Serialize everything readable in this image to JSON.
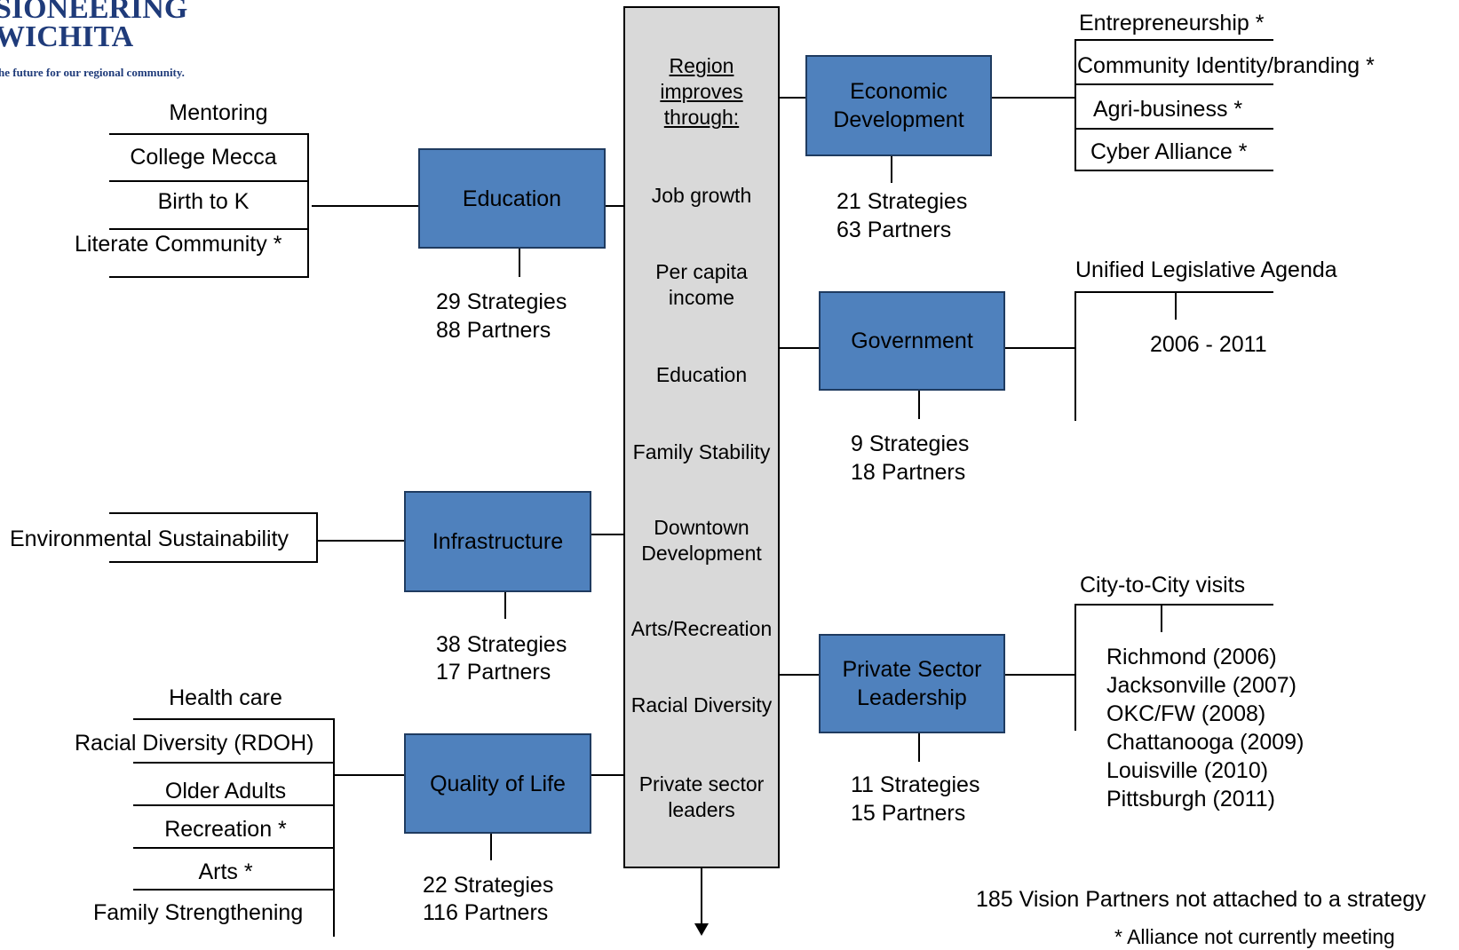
{
  "logo": {
    "line1": "SIONEERING",
    "line2": "WICHITA",
    "tagline": "he future for our regional community."
  },
  "center": {
    "heading": "Region improves through:",
    "heading_lines": [
      "Region",
      "improves",
      "through:"
    ],
    "items": [
      [
        "Job growth"
      ],
      [
        "Per capita",
        "income"
      ],
      [
        "Education"
      ],
      [
        "Family Stability"
      ],
      [
        "Downtown",
        "Development"
      ],
      [
        "Arts/Recreation"
      ],
      [
        "Racial Diversity"
      ],
      [
        "Private sector",
        "leaders"
      ]
    ]
  },
  "focus_areas": {
    "education": {
      "label": "Education",
      "strategies": "29 Strategies",
      "partners": "88 Partners",
      "branches_header": "Mentoring",
      "branches": [
        "College Mecca",
        "Birth to K",
        "Literate Community *"
      ]
    },
    "infrastructure": {
      "label": "Infrastructure",
      "strategies": "38 Strategies",
      "partners": "17 Partners",
      "branches": [
        "Environmental Sustainability"
      ]
    },
    "quality_of_life": {
      "label": "Quality of Life",
      "strategies": "22 Strategies",
      "partners": "116 Partners",
      "branches_header": "Health care",
      "branches": [
        "Racial Diversity (RDOH)",
        "Older Adults",
        "Recreation *",
        "Arts *",
        "Family Strengthening"
      ]
    },
    "economic_development": {
      "label_lines": [
        "Economic",
        "Development"
      ],
      "strategies": "21 Strategies",
      "partners": "63 Partners",
      "branches_header": "Entrepreneurship *",
      "branches": [
        "Community Identity/branding *",
        "Agri-business *",
        "Cyber Alliance *"
      ]
    },
    "government": {
      "label": "Government",
      "strategies": "9 Strategies",
      "partners": "18 Partners",
      "branches_header": "Unified Legislative Agenda",
      "branches": [
        "2006 - 2011"
      ]
    },
    "private_sector_leadership": {
      "label_lines": [
        "Private Sector",
        "Leadership"
      ],
      "strategies": "11 Strategies",
      "partners": "15 Partners",
      "branches_header": "City-to-City visits",
      "branches": [
        "Richmond (2006)",
        "Jacksonville (2007)",
        "OKC/FW (2008)",
        "Chattanooga (2009)",
        "Louisville (2010)",
        "Pittsburgh (2011)"
      ]
    }
  },
  "footer": {
    "unattached": "185 Vision Partners not attached to a strategy",
    "note": "* Alliance not currently meeting"
  }
}
